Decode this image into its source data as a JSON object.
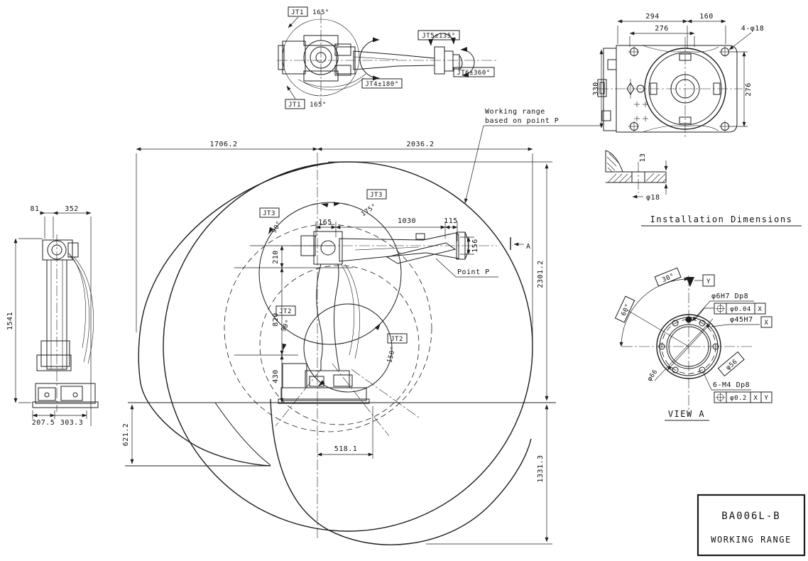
{
  "top_view": {
    "jt1_top_tag": "JT1",
    "jt1_top_angle": "165°",
    "jt1_bottom_tag": "JT1",
    "jt1_bottom_angle": "165°",
    "jt4_label": "JT4±180°",
    "jt5_label": "JT5±135°",
    "jt6_label": "JT6±360°"
  },
  "installation_view": {
    "title": "Installation Dimensions",
    "dim_294": "294",
    "dim_160": "160",
    "dim_276_top": "276",
    "dim_276_right": "276",
    "dim_330": "330",
    "holes_label": "4-φ18",
    "dim_13": "13",
    "dim_phi18": "φ18"
  },
  "side_view": {
    "dim_81": "81",
    "dim_352": "352",
    "dim_1541": "1541",
    "dim_207_5": "207.5",
    "dim_303_3": "303.3"
  },
  "main_view": {
    "note_line1": "Working range",
    "note_line2": "based on point P",
    "point_p": "Point P",
    "section_label": "A",
    "dim_1706_2": "1706.2",
    "dim_2036_2": "2036.2",
    "dim_2301_2": "2301.2",
    "dim_1331_3": "1331.3",
    "dim_621_2": "621.2",
    "dim_518_1": "518.1",
    "dim_165": "165",
    "dim_1030": "1030",
    "dim_115": "115",
    "dim_156": "156",
    "dim_210": "210",
    "dim_820": "820",
    "dim_430": "430",
    "jt3_top_tag": "JT3",
    "jt3_top_angle": "175°",
    "jt3_left_tag": "JT3",
    "jt3_left_angle": "90°",
    "jt2_mid_tag": "JT2",
    "jt2_mid_angle": "90°",
    "jt2_right_tag": "JT2",
    "jt2_right_angle": "150°"
  },
  "view_a": {
    "title": "VIEW A",
    "datum_y": "Y",
    "datum_x": "X",
    "angle_30": "30°",
    "angle_60": "60°",
    "pin_hole": "φ6H7 Dp8",
    "pin_tol": "φ0.04",
    "pin_datum": "X",
    "bore": "φ45H7",
    "bore_datum": "X",
    "bolt_circle": "φ56",
    "flange_od": "φ66",
    "tap_holes": "6-M4 Dp8",
    "tap_tol": "φ0.2",
    "tap_datum1": "X",
    "tap_datum2": "Y"
  },
  "title_block": {
    "model": "BA006L-B",
    "name": "WORKING RANGE"
  }
}
